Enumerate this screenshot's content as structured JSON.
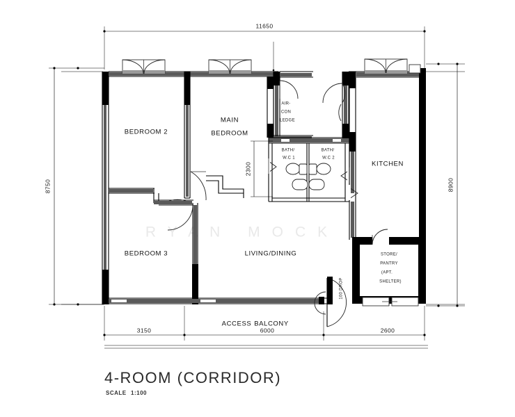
{
  "drawing": {
    "title": "4-ROOM (CORRIDOR)",
    "scale_label": "SCALE",
    "scale_value": "1:100",
    "watermark": "RYAN MOCK"
  },
  "rooms": [
    {
      "id": "bedroom-2",
      "label": "BEDROOM 2",
      "lines": [
        "BEDROOM  2"
      ]
    },
    {
      "id": "main-bedroom",
      "label": "MAIN BEDROOM",
      "lines": [
        "MAIN",
        "BEDROOM"
      ]
    },
    {
      "id": "bedroom-3",
      "label": "BEDROOM 3",
      "lines": [
        "BEDROOM  3"
      ]
    },
    {
      "id": "living-dining",
      "label": "LIVING/DINING",
      "lines": [
        "LIVING/DINING"
      ]
    },
    {
      "id": "aircon-ledge",
      "label": "AIR-CON LEDGE",
      "lines": [
        "AIR-",
        "CON",
        "LEDGE"
      ]
    },
    {
      "id": "bath-wc-1",
      "label": "BATH/W.C 1",
      "lines": [
        "BATH/",
        "W.C  1"
      ]
    },
    {
      "id": "bath-wc-2",
      "label": "BATH/W.C 2",
      "lines": [
        "BATH/",
        "W.C  2"
      ]
    },
    {
      "id": "kitchen",
      "label": "KITCHEN",
      "lines": [
        "KITCHEN"
      ]
    },
    {
      "id": "store-pantry",
      "label": "STORE/PANTRY (APT. SHELTER)",
      "lines": [
        "STORE/",
        "PANTRY",
        "(APT.",
        "SHELTER)"
      ]
    },
    {
      "id": "access-balcony",
      "label": "ACCESS BALCONY",
      "lines": [
        "ACCESS",
        "BALCONY"
      ]
    }
  ],
  "dimensions": {
    "overall_top": "11650",
    "left_vertical": "8750",
    "right_vertical": "8900",
    "interior_vertical": "2300",
    "bottom_left": "3150",
    "bottom_middle": "6000",
    "bottom_right": "2600",
    "drop_note": "100 DROP"
  },
  "colors": {
    "wall_solid": "#000000",
    "wall_medium": "#5a5a5a",
    "background": "#ffffff",
    "text": "#111111",
    "watermark": "#e9e9e9"
  }
}
